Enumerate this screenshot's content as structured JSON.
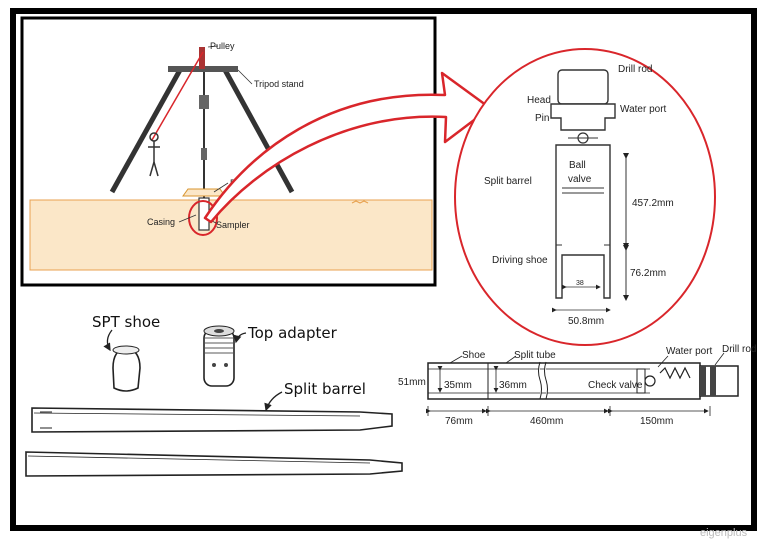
{
  "tripod": {
    "pulley": "Pulley",
    "tripod_stand": "Tripod stand",
    "flare": "Flare",
    "casing": "Casing",
    "sampler": "Sampler"
  },
  "detail": {
    "drill_rod": "Drill rod",
    "head": "Head",
    "pin": "Pin",
    "water_port": "Water port",
    "ball_valve_1": "Ball",
    "ball_valve_2": "valve",
    "split_barrel": "Split barrel",
    "driving_shoe": "Driving shoe",
    "dim_457": "457.2mm",
    "dim_76": "76.2mm",
    "dim_38": "38",
    "dim_508": "50.8mm"
  },
  "parts": {
    "spt_shoe": "SPT shoe",
    "top_adapter": "Top adapter",
    "split_barrel": "Split barrel"
  },
  "section": {
    "shoe": "Shoe",
    "split_tube": "Split tube",
    "water_port": "Water port",
    "drill_rod": "Drill rod",
    "d51": "51mm",
    "d35": "35mm",
    "d36": "36mm",
    "check_valve": "Check valve",
    "l76": "76mm",
    "l460": "460mm",
    "l150": "150mm"
  },
  "watermark": "eigenplus",
  "colors": {
    "highlight": "#d9262b",
    "soil": "#fbe7c8",
    "soil_edge": "#e8a24f",
    "frame": "#000000"
  }
}
